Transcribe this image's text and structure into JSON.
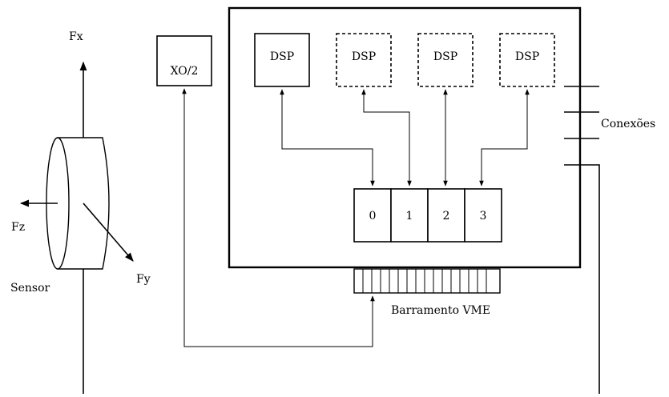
{
  "sensor": {
    "label": "Sensor",
    "axes": {
      "x": "Fx",
      "y": "Fy",
      "z": "Fz"
    }
  },
  "xo": {
    "label": "XO/2"
  },
  "board": {
    "dsps": [
      {
        "label": "DSP",
        "style": "solid"
      },
      {
        "label": "DSP",
        "style": "dashed"
      },
      {
        "label": "DSP",
        "style": "dashed"
      },
      {
        "label": "DSP",
        "style": "dashed"
      }
    ],
    "slots": [
      "0",
      "1",
      "2",
      "3"
    ]
  },
  "connections": {
    "label": "Conexões"
  },
  "bus": {
    "label": "Barramento VME"
  }
}
